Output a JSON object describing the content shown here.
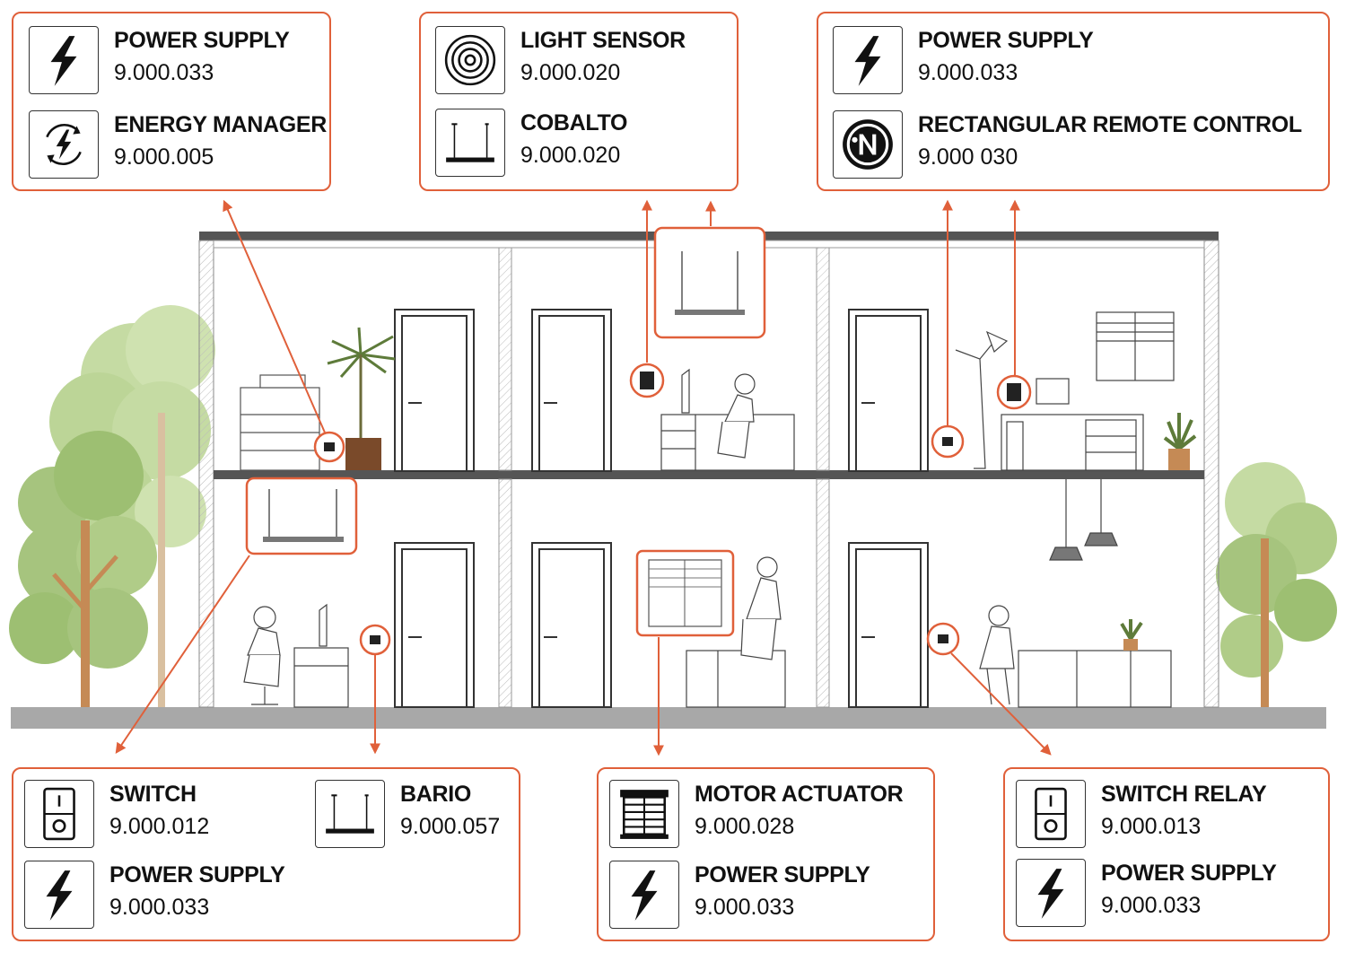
{
  "colors": {
    "accent": "#e0603a",
    "structure": "#555555",
    "ground": "#a8a8a8",
    "foliage_light": "#c5dba3",
    "foliage_mid": "#a6c47e",
    "trunk": "#c58a55"
  },
  "callouts": {
    "top_left": [
      {
        "icon": "bolt-icon",
        "name": "POWER SUPPLY",
        "code": "9.000.033"
      },
      {
        "icon": "energy-cycle-icon",
        "name": "ENERGY MANAGER",
        "code": "9.000.005"
      }
    ],
    "top_center": [
      {
        "icon": "concentric-circles-icon",
        "name": "LIGHT SENSOR",
        "code": "9.000.020"
      },
      {
        "icon": "pendant-lamp-icon",
        "name": "COBALTO",
        "code": "9.000.020"
      }
    ],
    "top_right": [
      {
        "icon": "bolt-icon",
        "name": "POWER SUPPLY",
        "code": "9.000.033"
      },
      {
        "icon": "remote-control-icon",
        "name": "RECTANGULAR REMOTE CONTROL",
        "code": "9.000 030"
      }
    ],
    "bottom_left": [
      {
        "icon": "switch-icon",
        "name": "SWITCH",
        "code": "9.000.012"
      },
      {
        "icon": "pendant-lamp-icon",
        "name": "BARIO",
        "code": "9.000.057"
      },
      {
        "icon": "bolt-icon",
        "name": "POWER SUPPLY",
        "code": "9.000.033"
      }
    ],
    "bottom_center": [
      {
        "icon": "shutter-icon",
        "name": "MOTOR ACTUATOR",
        "code": "9.000.028"
      },
      {
        "icon": "bolt-icon",
        "name": "POWER SUPPLY",
        "code": "9.000.033"
      }
    ],
    "bottom_right": [
      {
        "icon": "switch-icon",
        "name": "SWITCH RELAY",
        "code": "9.000.013"
      },
      {
        "icon": "bolt-icon",
        "name": "POWER SUPPLY",
        "code": "9.000.033"
      }
    ]
  }
}
